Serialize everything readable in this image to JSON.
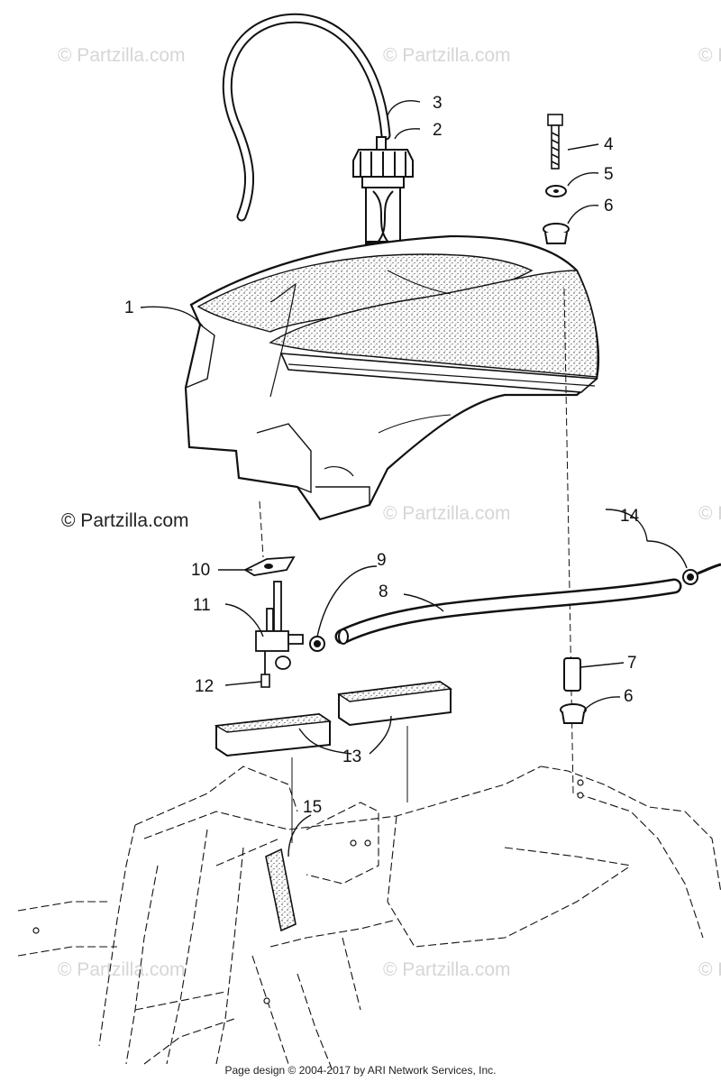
{
  "watermark": "© Partzilla.com",
  "copyright": "© Partzilla.com",
  "footer": "Page design © 2004-2017 by ARI Network Services, Inc.",
  "callouts": {
    "c1": "1",
    "c2": "2",
    "c3": "3",
    "c4": "4",
    "c5": "5",
    "c6a": "6",
    "c6b": "6",
    "c7": "7",
    "c8": "8",
    "c9": "9",
    "c10": "10",
    "c11": "11",
    "c12": "12",
    "c13": "13",
    "c14": "14",
    "c15": "15"
  }
}
